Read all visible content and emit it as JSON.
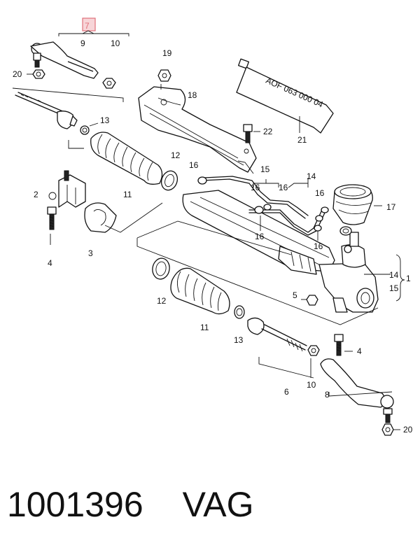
{
  "diagram": {
    "highlight_color": "#e0707a",
    "tube_label": "AOF 063 000 04",
    "callouts": {
      "c7": "7",
      "c9": "9",
      "c10a": "10",
      "c19": "19",
      "c20a": "20",
      "c18": "18",
      "c13a": "13",
      "c22": "22",
      "c21": "21",
      "c12a": "12",
      "c2": "2",
      "c11a": "11",
      "c16a": "16",
      "c15a": "15",
      "c14a": "14",
      "c16b": "16",
      "c16c": "16",
      "c17": "17",
      "c16d": "16",
      "c16e": "16",
      "c4a": "4",
      "c3": "3",
      "c16f": "16",
      "c14b": "14",
      "c1": "1",
      "c15b": "15",
      "c5": "5",
      "c12b": "12",
      "c11b": "11",
      "c13b": "13",
      "c4b": "4",
      "c10b": "10",
      "c6": "6",
      "c8": "8",
      "c20b": "20"
    }
  },
  "footer": {
    "part_number": "1001396",
    "brand": "VAG"
  }
}
